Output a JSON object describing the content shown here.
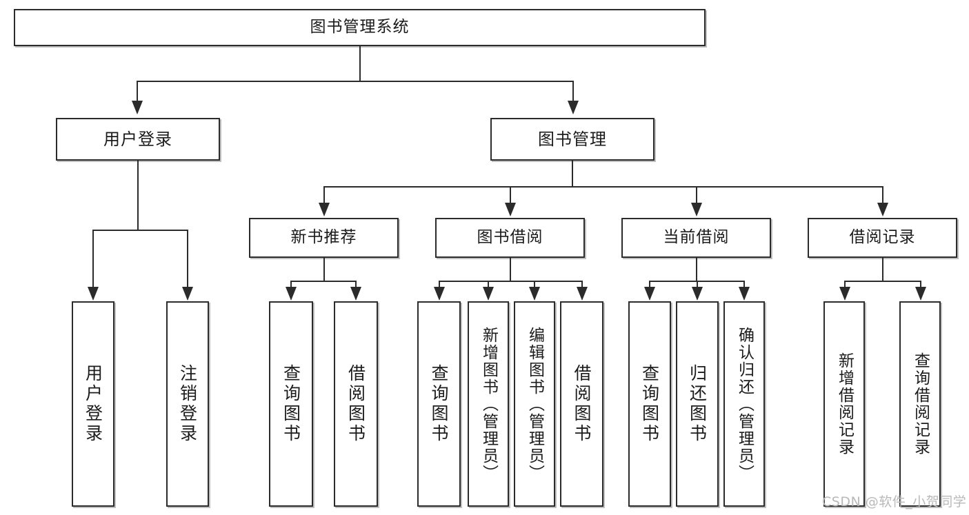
{
  "diagram": {
    "title": "图书管理系统",
    "watermark": "CSDN @软件_小贺同学",
    "root": {
      "label": "图书管理系统"
    },
    "level1": [
      {
        "label": "用户登录"
      },
      {
        "label": "图书管理"
      }
    ],
    "level2": [
      {
        "label": "新书推荐"
      },
      {
        "label": "图书借阅"
      },
      {
        "label": "当前借阅"
      },
      {
        "label": "借阅记录"
      }
    ],
    "leaves": {
      "user_login": [
        {
          "label": "用户登录"
        },
        {
          "label": "注销登录"
        }
      ],
      "new_book_recommend": [
        {
          "label": "查询图书"
        },
        {
          "label": "借阅图书"
        }
      ],
      "book_borrow": [
        {
          "label": "查询图书"
        },
        {
          "label": "新增图书（管理员）"
        },
        {
          "label": "编辑图书（管理员）"
        },
        {
          "label": "借阅图书"
        }
      ],
      "current_borrow": [
        {
          "label": "查询图书"
        },
        {
          "label": "归还图书"
        },
        {
          "label": "确认归还（管理员）"
        }
      ],
      "borrow_record": [
        {
          "label": "新增借阅记录"
        },
        {
          "label": "查询借阅记录"
        }
      ]
    },
    "colors": {
      "line": "#2b2b2b",
      "box_fill": "#ffffff",
      "text": "#1b1b1b",
      "watermark": "#b9b9b9"
    }
  }
}
